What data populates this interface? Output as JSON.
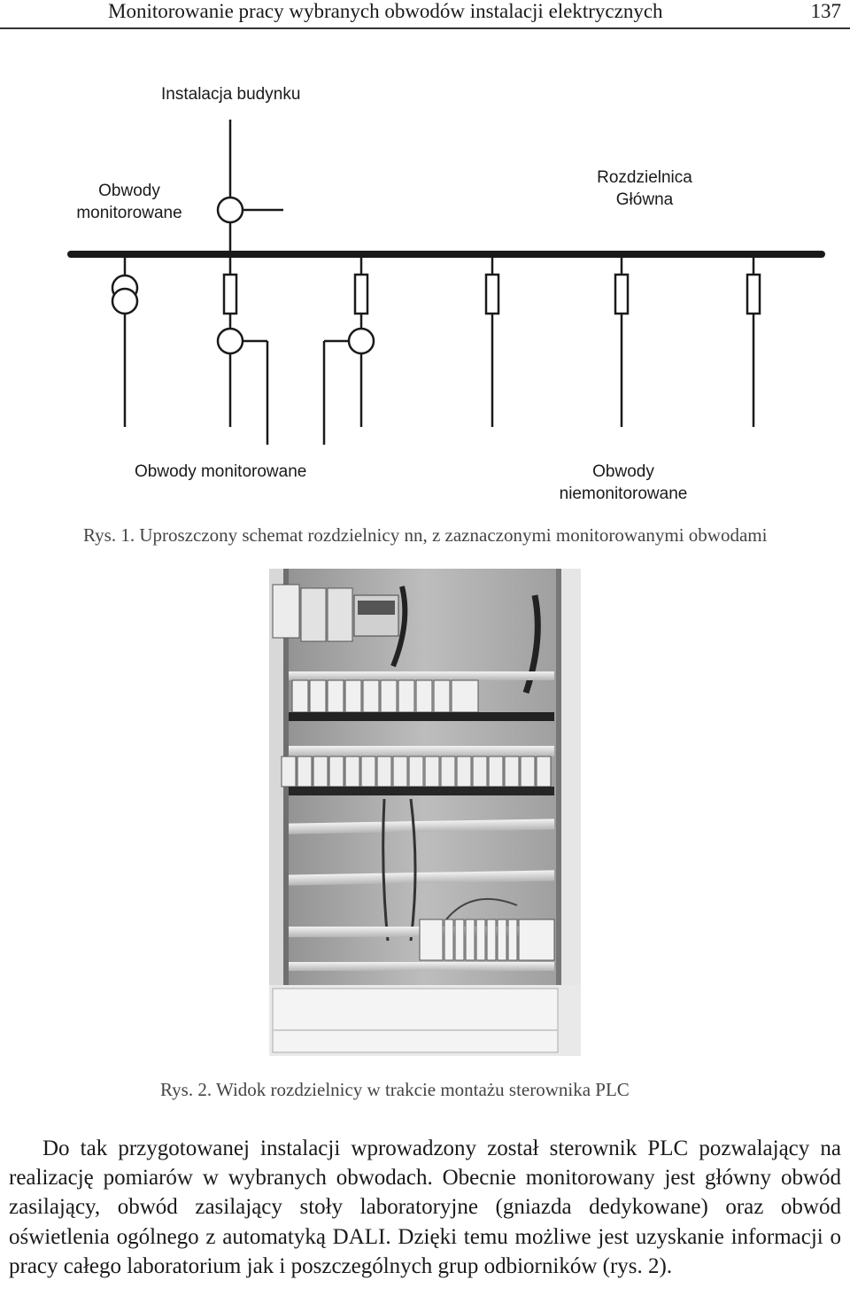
{
  "header": {
    "title": "Monitorowanie pracy wybranych obwodów instalacji elektrycznych",
    "page_number": "137"
  },
  "figure1": {
    "label_building": "Instalacja budynku",
    "label_monitored_top_1": "Obwody",
    "label_monitored_top_2": "monitorowane",
    "label_main_switchboard_1": "Rozdzielnica",
    "label_main_switchboard_2": "Główna",
    "label_monitored_bottom": "Obwody monitorowane",
    "label_unmonitored_1": "Obwody",
    "label_unmonitored_2": "niemonitorowane",
    "caption": "Rys. 1. Uproszczony schemat rozdzielnicy nn, z zaznaczonymi monitorowanymi obwodami"
  },
  "figure2": {
    "caption": "Rys. 2. Widok rozdzielnicy w trakcie montażu sterownika PLC"
  },
  "body": {
    "paragraph": "Do tak przygotowanej instalacji wprowadzony został sterownik PLC pozwalający na realizację pomiarów w wybranych obwodach. Obecnie monitorowany jest główny obwód zasilający, obwód zasilający stoły laboratoryjne (gniazda dedykowane) oraz obwód oświetlenia ogólnego z automatyką DALI. Dzięki temu możliwe jest uzyskanie informacji o pracy całego laboratorium jak i poszczególnych grup odbiorników (rys. 2)."
  },
  "colors": {
    "ink": "#1a1a1a",
    "caption": "#444444"
  }
}
